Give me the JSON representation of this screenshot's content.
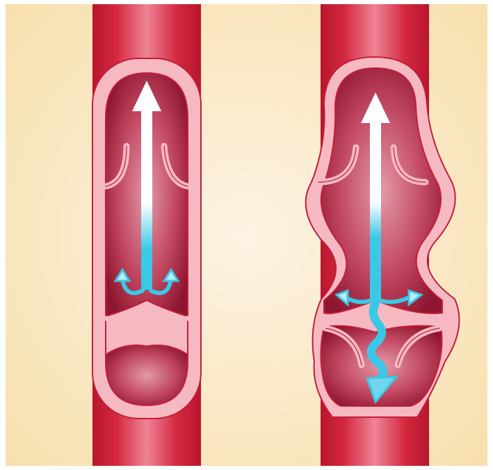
{
  "diagram": {
    "panels": [
      {
        "id": "healthy-vein",
        "valve_state": "closed",
        "flow": "upward",
        "backflow": "none"
      },
      {
        "id": "varicose-vein",
        "valve_state": "open",
        "flow": "upward",
        "backflow": "downward"
      }
    ]
  },
  "colors": {
    "background_center": "#fdf3e4",
    "background_edge": "#f8e0ad",
    "vessel_dark": "#b8162e",
    "vessel_light": "#e9697d",
    "wall_outline": "#c21e3a",
    "wall_fill": "#f6b9c2",
    "lumen_dark": "#8f1630",
    "lumen_light": "#e39aa8",
    "arrow_white": "#ffffff",
    "arrow_blue": "#39c8e6"
  }
}
